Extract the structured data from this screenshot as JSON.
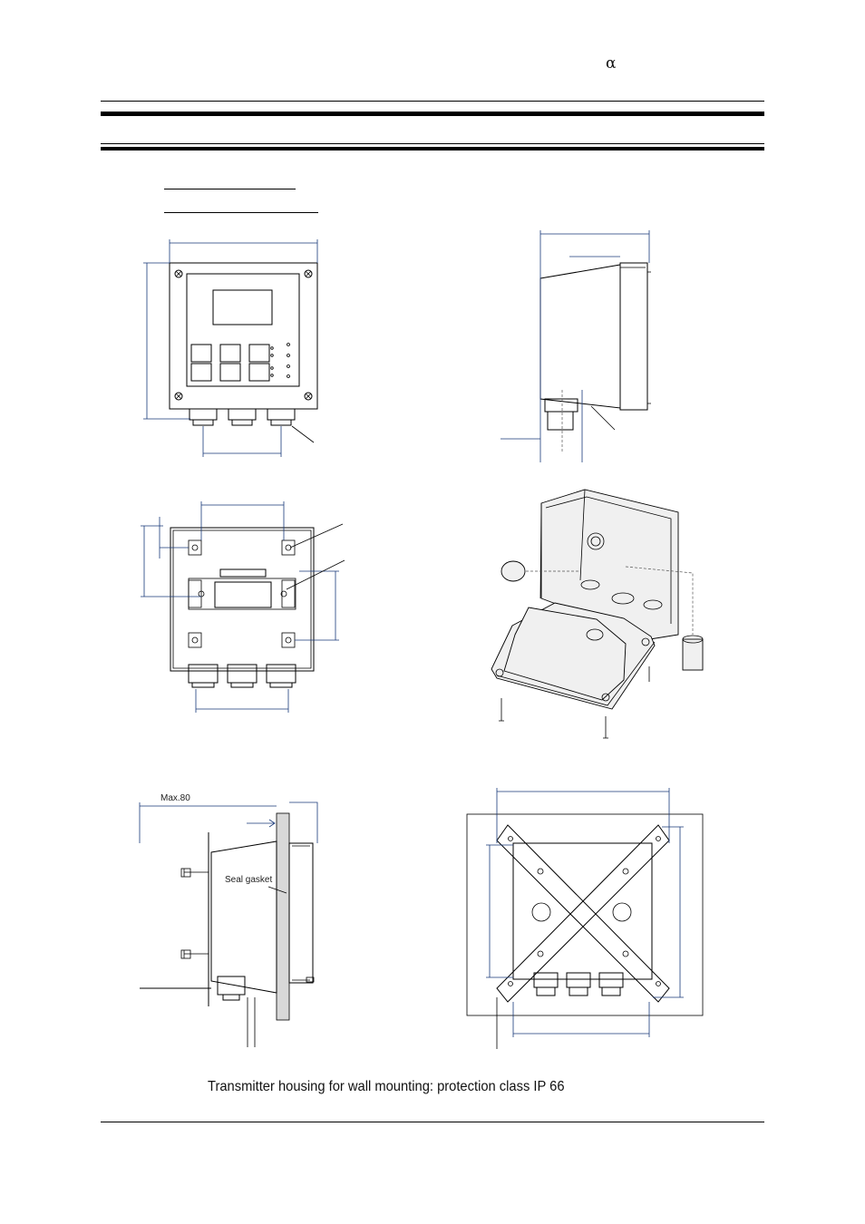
{
  "header": {
    "symbol": "α"
  },
  "figure": {
    "label_max": "Max.80",
    "label_gasket": "Seal gasket"
  },
  "caption": "Transmitter housing for wall mounting: protection class IP 66"
}
